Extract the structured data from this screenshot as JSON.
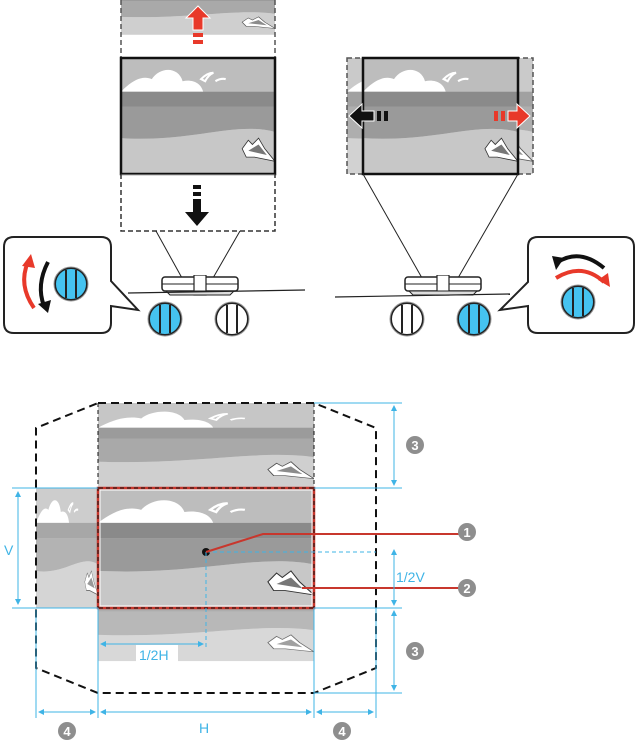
{
  "colors": {
    "knob_blue": "#45c3f0",
    "arrow_red": "#e8392a",
    "dimension_blue": "#3fb4e6",
    "callout_red": "#c8372d",
    "badge_gray": "#8e8e8e"
  },
  "top_left": {
    "title": "Vertical lens shift",
    "knob_active": "left",
    "rotation": "counter-clockwise / clockwise",
    "arrows": [
      "up-red",
      "down-black"
    ]
  },
  "top_right": {
    "title": "Horizontal lens shift",
    "knob_active": "right",
    "rotation": "left / right",
    "arrows": [
      "left-black",
      "right-red"
    ]
  },
  "bottom": {
    "labels": {
      "v": "V",
      "half_v": "1/2V",
      "half_h": "1/2H",
      "h": "H"
    },
    "callouts": [
      {
        "number": "1",
        "target": "image center point"
      },
      {
        "number": "2",
        "target": "projected image"
      }
    ],
    "badges": {
      "three_top": "3",
      "three_bottom": "3",
      "four_left": "4",
      "four_right": "4"
    }
  }
}
